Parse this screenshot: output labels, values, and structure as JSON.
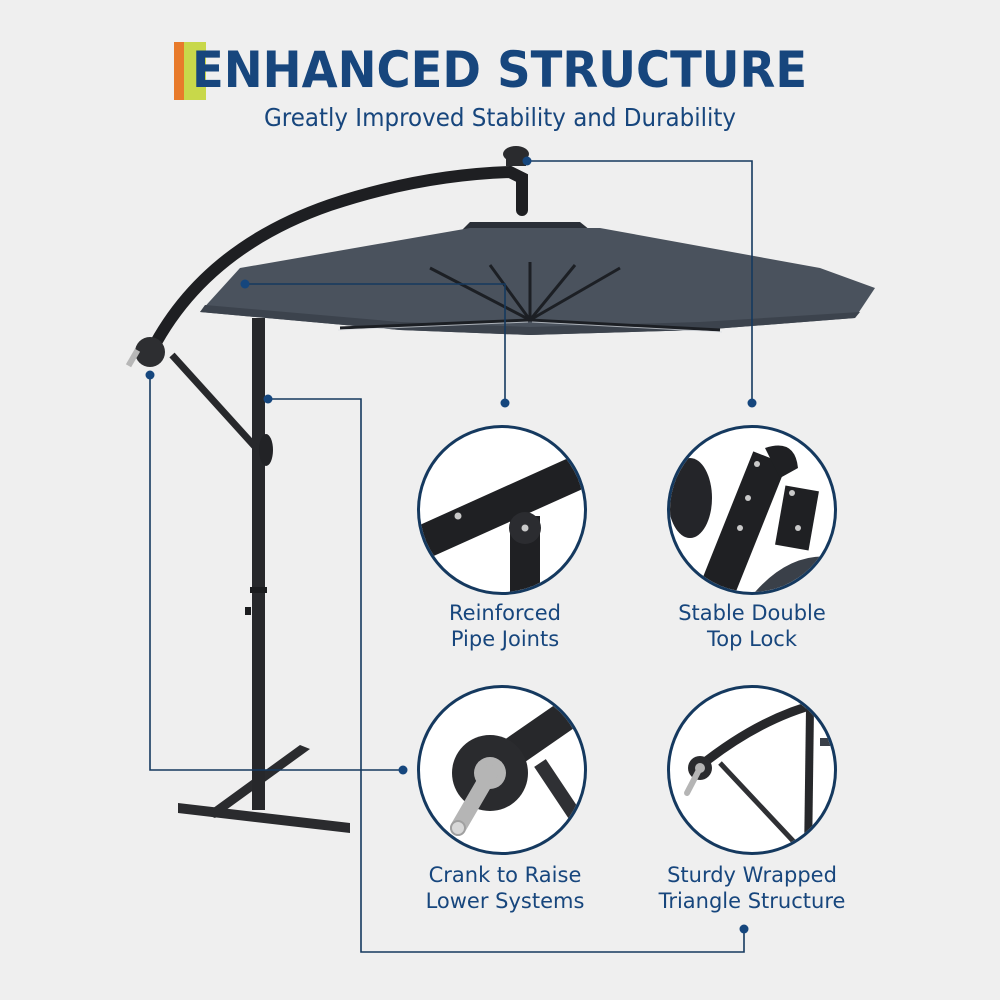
{
  "header": {
    "title": "ENHANCED STRUCTURE",
    "subtitle": "Greatly Improved Stability and Durability",
    "accent_colors": [
      "#e87a2a",
      "#c8d84a"
    ]
  },
  "colors": {
    "text": "#17467d",
    "connector": "#15395f",
    "canopy": "#4a525d",
    "frame": "#1e1f22",
    "background": "#efefef"
  },
  "product": {
    "name": "Cantilever patio umbrella",
    "canopy_color": "gray"
  },
  "features": [
    {
      "id": "pipe-joints",
      "label_line1": "Reinforced",
      "label_line2": "Pipe Joints"
    },
    {
      "id": "top-lock",
      "label_line1": "Stable Double",
      "label_line2": "Top Lock"
    },
    {
      "id": "crank",
      "label_line1": "Crank to Raise",
      "label_line2": "Lower Systems"
    },
    {
      "id": "triangle",
      "label_line1": "Sturdy Wrapped",
      "label_line2": "Triangle Structure"
    }
  ]
}
